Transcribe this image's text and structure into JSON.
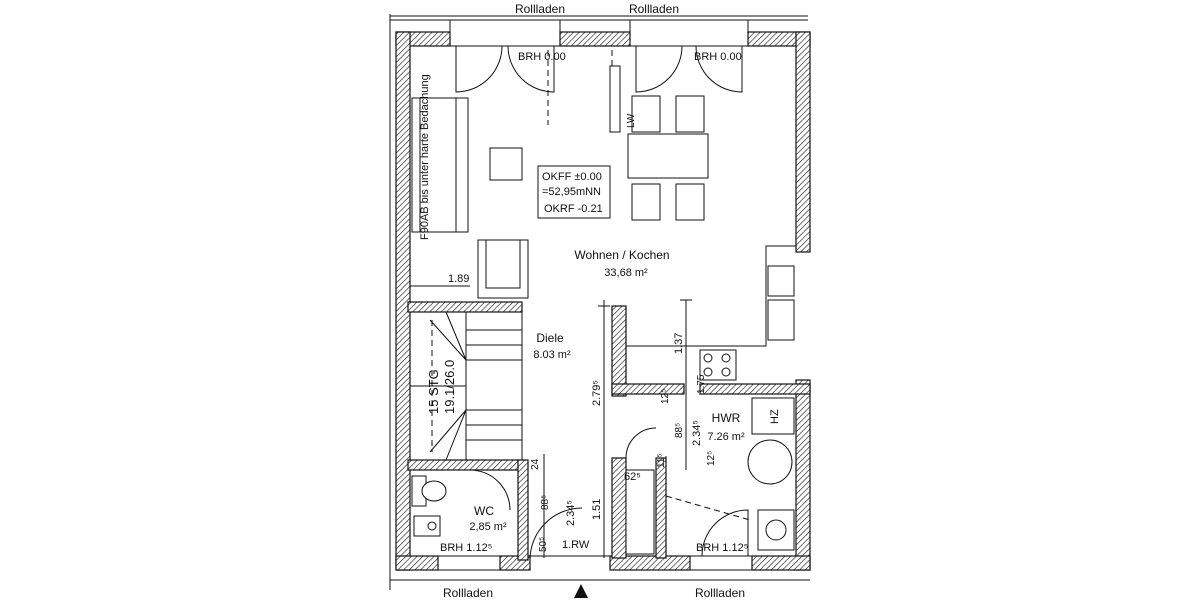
{
  "top_labels": {
    "left_shutter": "Rollladen",
    "right_shutter": "Rollladen"
  },
  "bottom_labels": {
    "left_shutter": "Rollladen",
    "right_shutter": "Rollladen"
  },
  "sill_heights": {
    "top_left": "BRH 0.00",
    "top_right": "BRH 0.00",
    "wc": "BRH 1.12⁵",
    "hwr": "BRH 1.12⁵"
  },
  "side_note": "F90AB bis unter harte Bedachung",
  "level_box": {
    "line1": "OKFF  ±0.00",
    "line2": "=52,95mNN",
    "line3": "OKRF -0.21"
  },
  "rooms": {
    "living": {
      "name": "Wohnen / Kochen",
      "area": "33,68 m²"
    },
    "hall": {
      "name": "Diele",
      "area": "8.03 m²"
    },
    "utility": {
      "name": "HWR",
      "area": "7.26 m²"
    },
    "wc": {
      "name": "WC",
      "area": "2,85 m²"
    }
  },
  "stair": {
    "line1": "15 STG",
    "line2": "19.1/26.0"
  },
  "fixtures": {
    "dishwasher": "LW",
    "heater": "HZ",
    "entrance": "1.RW"
  },
  "dimensions": {
    "d189": "1.89",
    "d137": "1.37",
    "d279": "2.79⁵",
    "d234_hwr": "2.34⁵",
    "d234_wc": "2.34⁵",
    "d151": "1.51",
    "d625": "62⁵",
    "d885_hwr": "88⁵",
    "d885_wc": "88⁵",
    "d125a": "12⁵",
    "d125b": "12⁵",
    "d175": "1.75",
    "d115": "11⁵",
    "d24": "24",
    "d505": "50⁵"
  }
}
